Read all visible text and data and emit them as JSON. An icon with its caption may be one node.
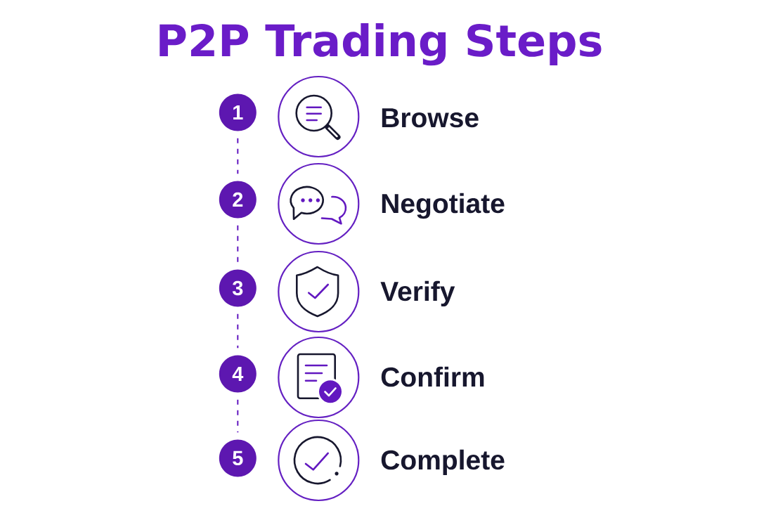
{
  "diagram": {
    "title": "P2P Trading Steps",
    "nodes": [
      {
        "text": [
          "1"
        ]
      },
      {
        "text": [
          "2"
        ]
      },
      {
        "text": [
          "3"
        ]
      },
      {
        "text": [
          "4"
        ]
      },
      {
        "text": [
          "5"
        ]
      }
    ],
    "edges": [
      {
        "from": 0,
        "to": 1,
        "arrow": "none",
        "style": "dashed"
      },
      {
        "from": 1,
        "to": 2,
        "arrow": "none",
        "style": "dashed"
      },
      {
        "from": 2,
        "to": 3,
        "arrow": "none",
        "style": "dashed"
      },
      {
        "from": 3,
        "to": 4,
        "arrow": "none",
        "style": "dashed"
      }
    ],
    "labels": [
      "Browse",
      "Negotiate",
      "Verify",
      "Confirm",
      "Complete"
    ]
  }
}
